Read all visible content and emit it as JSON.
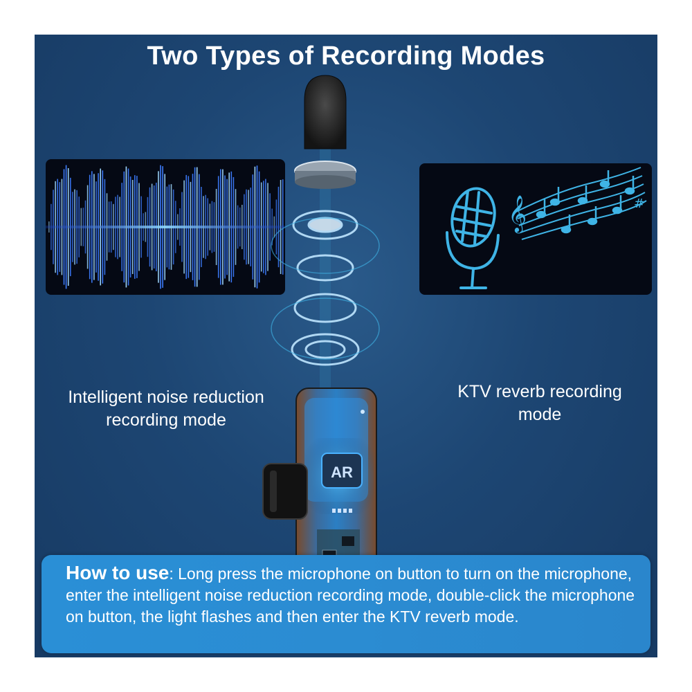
{
  "title": "Two Types of Recording Modes",
  "modes": {
    "left_caption_line1": "Intelligent noise reduction",
    "left_caption_line2": "recording mode",
    "right_caption_line1": "KTV reverb recording",
    "right_caption_line2": "mode"
  },
  "device": {
    "chip_label": "AR"
  },
  "how_to_use": {
    "label": "How to use",
    "text": ": Long press the microphone on button to turn on the microphone, enter the intelligent noise reduction recording mode, double-click the microphone on button, the light flashes and then enter the KTV reverb mode."
  },
  "colors": {
    "background": "#1d4673",
    "how_box": "#2a8fd6",
    "neon": "#3fb4e6",
    "wave": "#3d7dff"
  },
  "icons": [
    "waveform-icon",
    "vintage-microphone-icon",
    "music-notes-icon",
    "foam-windscreen-icon"
  ]
}
